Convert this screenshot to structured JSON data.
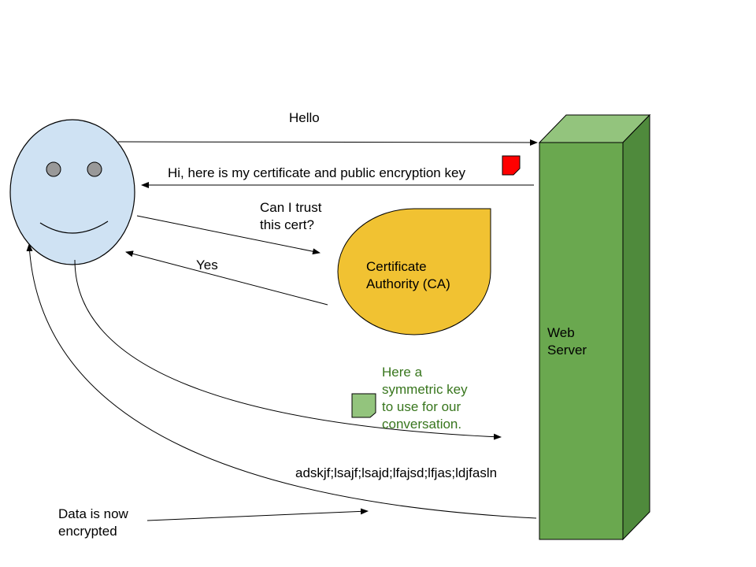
{
  "colors": {
    "face_fill": "#cfe2f3",
    "eye_fill": "#999999",
    "outline": "#000000",
    "server_front": "#6aa84f",
    "server_top": "#93c47d",
    "server_side": "#4f8a3c",
    "ca_fill": "#f1c232",
    "certificate_icon": "#ff0000",
    "key_icon": "#93c47d",
    "key_message_text": "#38761d"
  },
  "icons": {
    "user": "smiley-face-icon",
    "server": "server-box-icon",
    "certificate": "document-icon",
    "symmetric_key": "document-icon"
  },
  "labels": {
    "hello": "Hello",
    "certificate_message": "Hi, here is my certificate and public encryption key",
    "trust_question": "Can I trust\nthis cert?",
    "yes": "Yes",
    "certificate_authority": "Certificate\nAuthority (CA)",
    "web_server": "Web\nServer",
    "symmetric_key_message": "Here a\nsymmetric key\nto use for our\nconversation.",
    "ciphertext": "adskjf;lsajf;lsajd;lfajsd;lfjas;ldjfasln",
    "encrypted_note": "Data is now\nencrypted"
  }
}
